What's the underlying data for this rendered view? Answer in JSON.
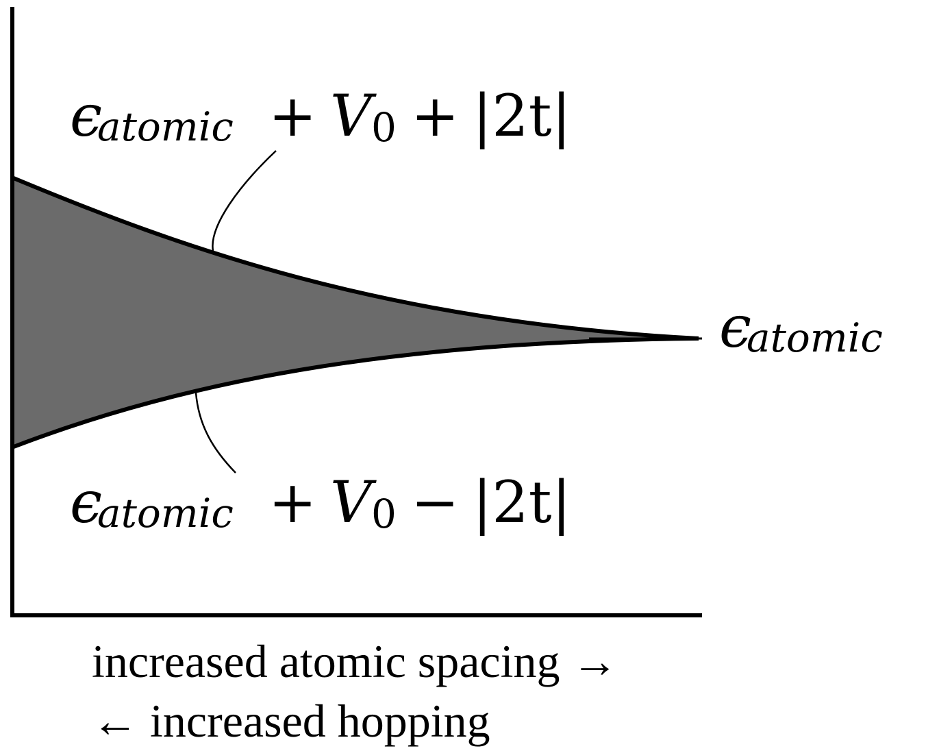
{
  "labels": {
    "upper": {
      "epsilon": "ϵ",
      "subscript": "atomic",
      "plus1": "+",
      "v": "V",
      "v_sub": "0",
      "plus2": "+",
      "abs": "|2t|"
    },
    "lower": {
      "epsilon": "ϵ",
      "subscript": "atomic",
      "plus1": "+",
      "v": "V",
      "v_sub": "0",
      "minus": "−",
      "abs": "|2t|"
    },
    "right": {
      "epsilon": "ϵ",
      "subscript": "atomic"
    }
  },
  "caption": {
    "line1": "increased atomic spacing →",
    "line2": "← increased hopping"
  },
  "colors": {
    "band_fill": "#6b6b6b",
    "line": "#000000",
    "background": "#ffffff"
  }
}
